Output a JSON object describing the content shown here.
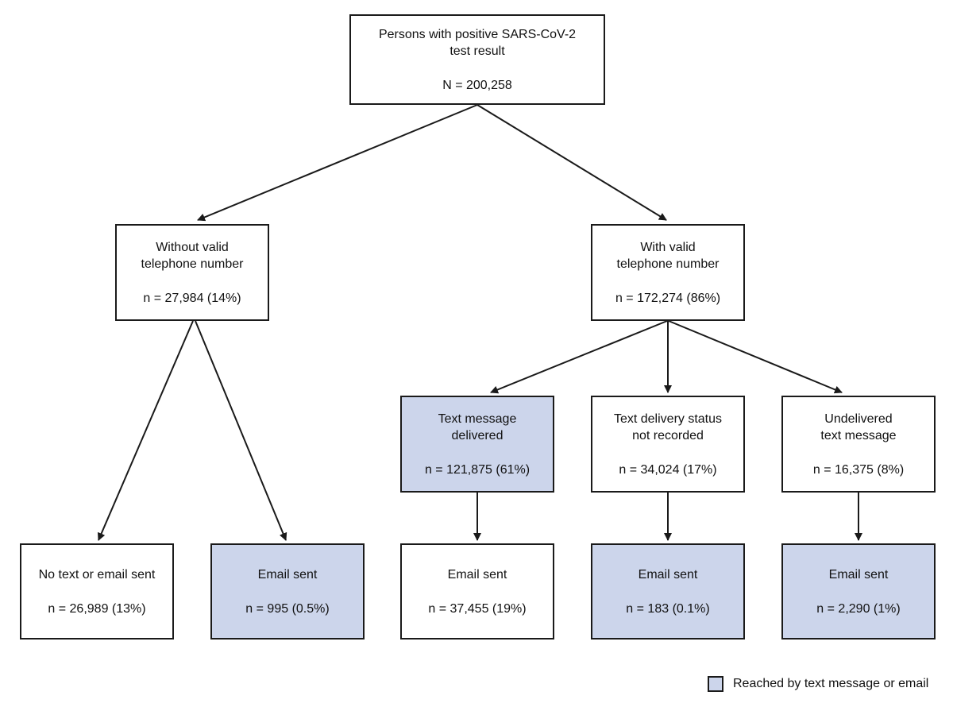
{
  "highlight_color": "#ccd5eb",
  "root": {
    "label": "Persons with positive SARS-CoV-2\ntest result",
    "count": "N = 200,258"
  },
  "without_phone": {
    "label": "Without valid\ntelephone number",
    "count": "n = 27,984 (14%)"
  },
  "with_phone": {
    "label": "With valid\ntelephone number",
    "count": "n = 172,274 (86%)"
  },
  "text_delivered": {
    "label": "Text message\ndelivered",
    "count": "n = 121,875 (61%)"
  },
  "text_not_recorded": {
    "label": "Text delivery status\nnot recorded",
    "count": "n = 34,024 (17%)"
  },
  "text_undelivered": {
    "label": "Undelivered\ntext message",
    "count": "n = 16,375 (8%)"
  },
  "leaves": [
    {
      "label": "No text or email sent",
      "count": "n = 26,989 (13%)"
    },
    {
      "label": "Email sent",
      "count": "n = 995 (0.5%)"
    },
    {
      "label": "Email sent",
      "count": "n = 37,455 (19%)"
    },
    {
      "label": "Email sent",
      "count": "n = 183 (0.1%)"
    },
    {
      "label": "Email sent",
      "count": "n = 2,290 (1%)"
    }
  ],
  "legend": {
    "label": "Reached by text message or email"
  }
}
